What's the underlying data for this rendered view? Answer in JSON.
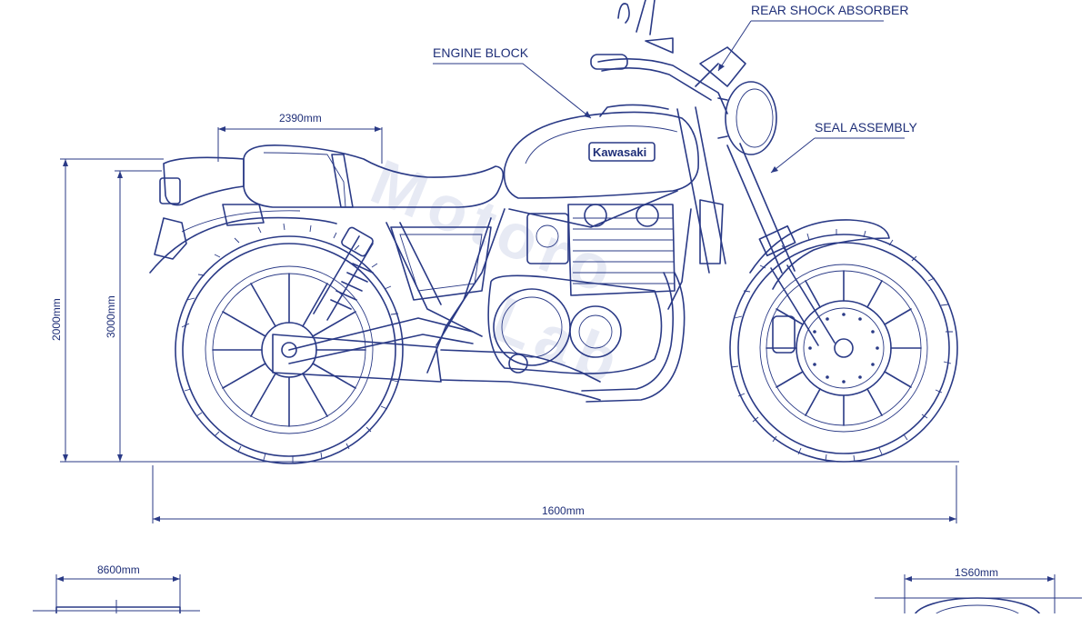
{
  "labels": {
    "engine_block": "ENGINE BLOCK",
    "rear_shock": "REAR SHOCK ABSORBER",
    "seal_assembly": "SEAL ASSEMBLY",
    "brand": "Kawasaki"
  },
  "dimensions": {
    "seat_length": "2390mm",
    "overall_height_outer": "2000mm",
    "overall_height_inner": "3000mm",
    "overall_length": "1600mm",
    "detail_left_width": "8600mm",
    "detail_right_width": "1S60mm"
  },
  "colors": {
    "line": "#2a3a86",
    "text": "#1f2f78",
    "background": "#ffffff"
  }
}
